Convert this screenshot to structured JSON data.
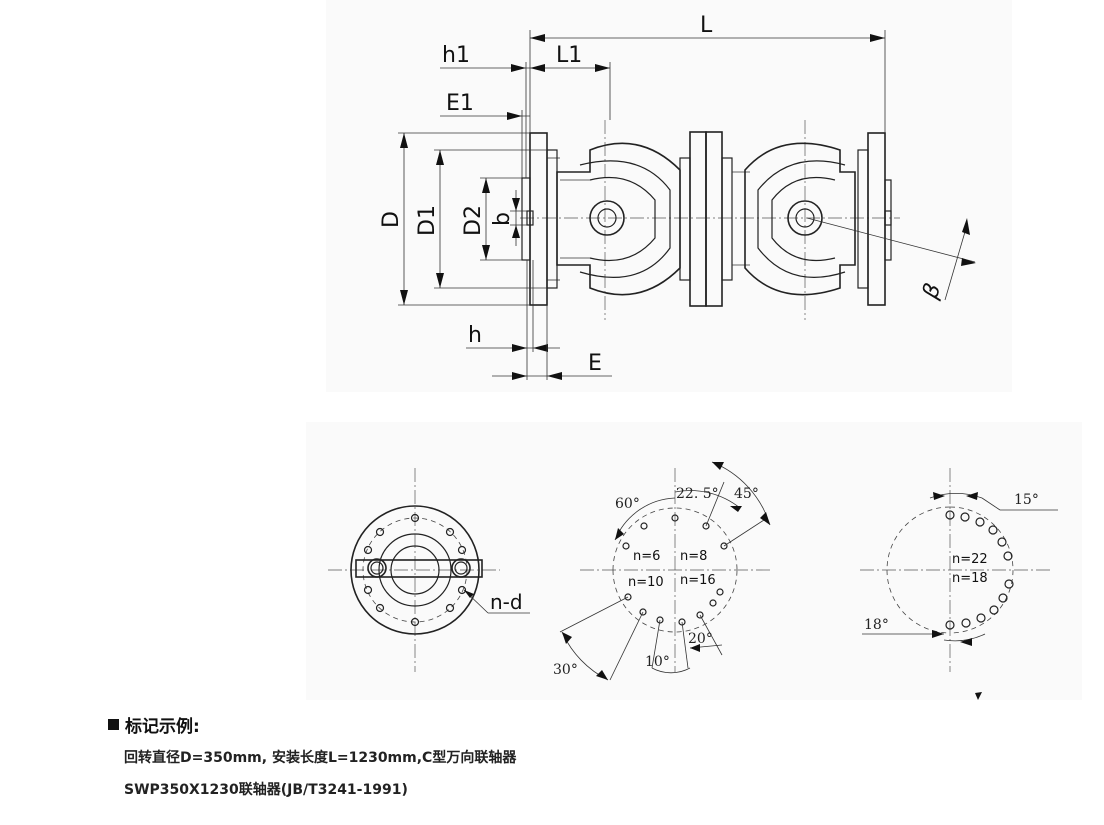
{
  "top_view_labels": {
    "L": "L",
    "L1": "L1",
    "h1": "h1",
    "E1": "E1",
    "D": "D",
    "D1": "D1",
    "D2": "D2",
    "b": "b",
    "h": "h",
    "E": "E",
    "beta": "β"
  },
  "bolt_views": {
    "left": {
      "label": "n-d"
    },
    "middle": {
      "angles": [
        "60°",
        "22. 5°",
        "45°",
        "30°",
        "10°",
        "20°"
      ],
      "counts": [
        "n=6",
        "n=8",
        "n=10",
        "n=16"
      ]
    },
    "right": {
      "angles": [
        "15°",
        "18°"
      ],
      "counts": [
        "n=22",
        "n=18"
      ]
    }
  },
  "caption": {
    "title": "标记示例:",
    "line1": "回转直径D=350mm, 安装长度L=1230mm,C型万向联轴器",
    "line2": "SWP350X1230联轴器(JB/T3241-1991)"
  }
}
